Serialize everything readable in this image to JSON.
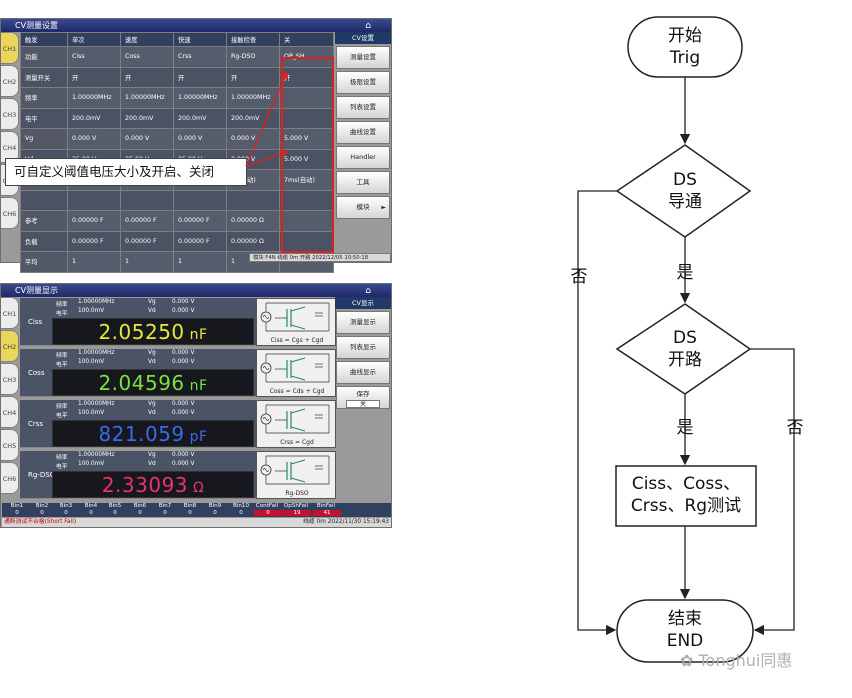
{
  "panel1": {
    "title": "CV测量设置",
    "channels": [
      "CH1",
      "CH2",
      "CH3",
      "CH4",
      "CH5",
      "CH6"
    ],
    "active_channel": "CH1",
    "side_title": "CV设置",
    "side_buttons": [
      "测量设置",
      "极限设置",
      "列表设置",
      "曲线设置",
      "Handler",
      "工具",
      "模块"
    ],
    "header": [
      "触发",
      "单次",
      "速度",
      "快速",
      "接触检查",
      "关"
    ],
    "rows": [
      [
        "功能",
        "Ciss",
        "Coss",
        "Crss",
        "Rg-DSO",
        "OP_SH"
      ],
      [
        "测量开关",
        "开",
        "开",
        "开",
        "开",
        "开"
      ],
      [
        "频率",
        "1.00000MHz",
        "1.00000MHz",
        "1.00000MHz",
        "1.00000MHz",
        ""
      ],
      [
        "电平",
        "200.0mV",
        "200.0mV",
        "200.0mV",
        "200.0mV",
        ""
      ],
      [
        "Vg",
        "0.000 V",
        "0.000 V",
        "0.000 V",
        "0.000 V",
        "5.000 V"
      ],
      [
        "Vd",
        "25.00 V",
        "25.00 V",
        "25.00 V",
        "0.000 V",
        "5.000 V"
      ],
      [
        "",
        "",
        "",
        "",
        "ns(自动)",
        "7ms(自动)"
      ],
      [
        "",
        "",
        "",
        "",
        "",
        ""
      ],
      [
        "参考",
        "0.00000 F",
        "0.00000 F",
        "0.00000 F",
        "0.00000 Ω",
        ""
      ],
      [
        "负载",
        "0.00000 F",
        "0.00000 F",
        "0.00000 F",
        "0.00000 Ω",
        ""
      ],
      [
        "平均",
        "1",
        "1",
        "1",
        "1",
        ""
      ]
    ],
    "status": "模块 F4N 线缆 0m 开路 2022/12/05 10:50:18",
    "callout": "可自定义阈值电压大小及开启、关闭"
  },
  "panel2": {
    "title": "CV测量显示",
    "channels": [
      "CH1",
      "CH2",
      "CH3",
      "CH4",
      "CH5",
      "CH6"
    ],
    "active_channel": "CH2",
    "side_title": "CV显示",
    "side_buttons": [
      "测量显示",
      "列表显示",
      "曲线显示",
      "保存"
    ],
    "save_state": "关",
    "blocks": [
      {
        "name": "Ciss",
        "freq_label": "频率",
        "freq": "1.00000MHz",
        "level_label": "电平",
        "level": "100.0mV",
        "vg_label": "Vg",
        "vg": "0.000 V",
        "vd_label": "Vd",
        "vd": "0.000 V",
        "value": "2.05250",
        "unit": "nF",
        "color": "#e8e83a",
        "formula": "Ciss = Cgs + Cgd"
      },
      {
        "name": "Coss",
        "freq_label": "频率",
        "freq": "1.00000MHz",
        "level_label": "电平",
        "level": "100.0mV",
        "vg_label": "Vg",
        "vg": "0.000 V",
        "vd_label": "Vd",
        "vd": "0.000 V",
        "value": "2.04596",
        "unit": "nF",
        "color": "#7be040",
        "formula": "Coss = Cds + Cgd"
      },
      {
        "name": "Crss",
        "freq_label": "频率",
        "freq": "1.00000MHz",
        "level_label": "电平",
        "level": "100.0mV",
        "vg_label": "Vg",
        "vg": "0.000 V",
        "vd_label": "Vd",
        "vd": "0.000 V",
        "value": "821.059",
        "unit": "pF",
        "color": "#3a6ae8",
        "formula": "Crss = Cgd"
      },
      {
        "name": "Rg-DSO",
        "freq_label": "频率",
        "freq": "1.00000MHz",
        "level_label": "电平",
        "level": "100.0mV",
        "vg_label": "Vg",
        "vg": "0.000 V",
        "vd_label": "Vd",
        "vd": "0.000 V",
        "value": "2.33093",
        "unit": "Ω",
        "color": "#e8346a",
        "formula": "Rg-DSO"
      }
    ],
    "bins": [
      "Bin1",
      "Bin2",
      "Bin3",
      "Bin4",
      "Bin5",
      "Bin6",
      "Bin7",
      "Bin8",
      "Bin9",
      "Bin10",
      "ContFail",
      "OpShFail",
      "BinFail"
    ],
    "bin_counts": [
      "0",
      "0",
      "0",
      "0",
      "0",
      "0",
      "0",
      "0",
      "0",
      "0",
      "0",
      "19",
      "41"
    ],
    "status_msg": "通断测试不合格(Short Fail)",
    "status_right": "线缆 0m 2022/11/30 15:19:43"
  },
  "flowchart": {
    "start": [
      "开始",
      "Trig"
    ],
    "decision1": [
      "DS",
      "导通"
    ],
    "decision2": [
      "DS",
      "开路"
    ],
    "process": [
      "Ciss、Coss、",
      "Crss、Rg测试"
    ],
    "end": [
      "结束",
      "END"
    ],
    "yes1": "是",
    "no1": "否",
    "yes2": "是",
    "no2": "否"
  },
  "watermark": "Tonghui同惠",
  "colors": {
    "title_bar": "#20296a",
    "highlight": "#e02020",
    "active_tab": "#ead65a"
  }
}
